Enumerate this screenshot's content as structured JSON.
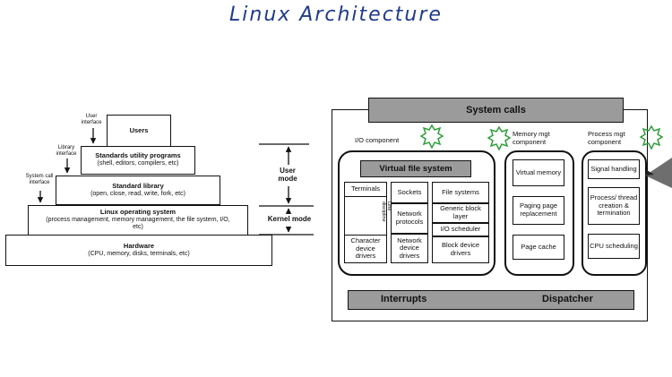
{
  "title": "Linux Architecture",
  "layers": {
    "users": "Users",
    "std_utils_title": "Standards utility programs",
    "std_utils_sub": "(shell, editors, compilers, etc)",
    "std_lib_title": "Standard library",
    "std_lib_sub": "(open, close, read, write, fork, etc)",
    "linux_os_title": "Linux operating system",
    "linux_os_sub": "(process management, memory management, the file system, I/O, etc)",
    "hardware_title": "Hardware",
    "hardware_sub": "(CPU, memory, disks, terminals, etc)"
  },
  "interfaces": {
    "user": "User interface",
    "library": "Library interface",
    "system_call": "System call interface"
  },
  "modes": {
    "user": "User mode",
    "kernel": "Kernel mode"
  },
  "kernel": {
    "system_calls": "System calls",
    "io_component": "I/O component",
    "memory_component": "Memory mgt component",
    "process_component": "Process mgt component",
    "vfs": "Virtual file system",
    "terminals": "Terminals",
    "line_discipline": "Line discipline",
    "char_drivers": "Character device drivers",
    "sockets": "Sockets",
    "network_protocols": "Network protocols",
    "network_drivers": "Network device drivers",
    "file_systems": "File systems",
    "generic_block": "Generic block layer",
    "io_scheduler": "I/O scheduler",
    "block_drivers": "Block device drivers",
    "virtual_memory": "Virtual memory",
    "paging": "Paging page replacement",
    "page_cache": "Page cache",
    "signal": "Signal handling",
    "process_thread": "Process/ thread creation & termination",
    "cpu_scheduling": "CPU scheduling",
    "interrupts": "Interrupts",
    "dispatcher": "Dispatcher"
  },
  "colors": {
    "title": "#1f3a8a",
    "bar": "#9b9b9b",
    "burst": "#2e9e3a"
  }
}
